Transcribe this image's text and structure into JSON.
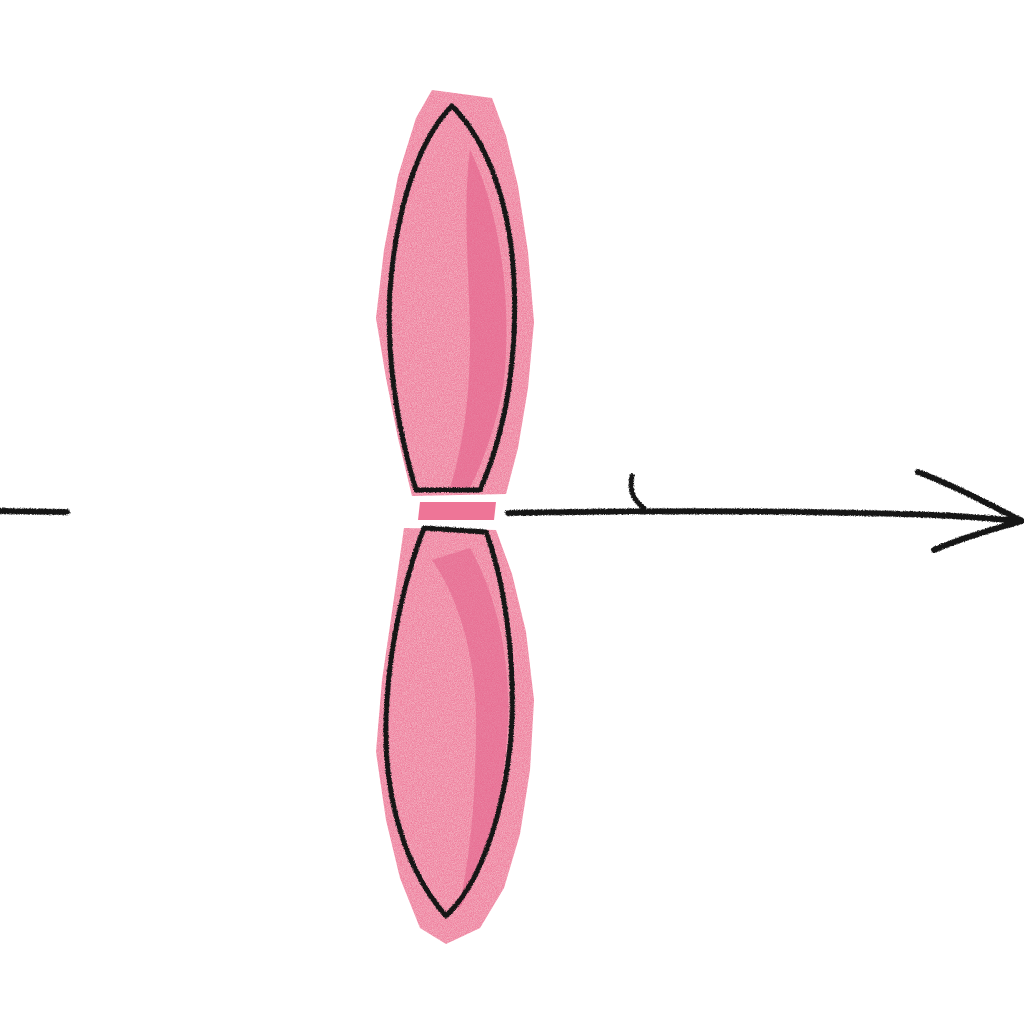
{
  "diagram": {
    "shape": "dipole-lobe-pair",
    "lobe_count": 2,
    "orientation": "vertical",
    "axis_direction": "right",
    "colors": {
      "background": "#ffffff",
      "lobe_fill": "#ee7597",
      "lobe_fill_shade": "#e2618a",
      "lobe_highlight": "#f7a3bd",
      "outline": "#141414"
    },
    "icons": [
      "arrow-head-icon"
    ]
  }
}
